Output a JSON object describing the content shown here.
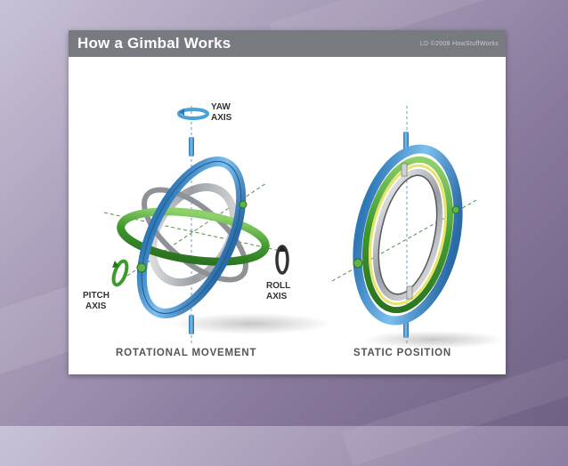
{
  "header": {
    "title": "How a Gimbal Works",
    "credit": "LD ©2008 HowStuffWorks"
  },
  "axes": {
    "yaw": {
      "line1": "YAW",
      "line2": "AXIS"
    },
    "roll": {
      "line1": "ROLL",
      "line2": "AXIS"
    },
    "pitch": {
      "line1": "PITCH",
      "line2": "AXIS"
    }
  },
  "captions": {
    "left": "ROTATIONAL MOVEMENT",
    "right": "STATIC POSITION"
  },
  "colors": {
    "header_bg": "#777a7e",
    "blue_ring": "#3d8fd0",
    "green_ring": "#3f9a2e",
    "silver_ring": "#bfc2c6",
    "axis_line_blue": "#4aa3d8",
    "axis_line_green": "#4f8f4a"
  },
  "icons": [
    "yaw-arrow-icon",
    "roll-arrow-icon",
    "pitch-arrow-icon"
  ]
}
